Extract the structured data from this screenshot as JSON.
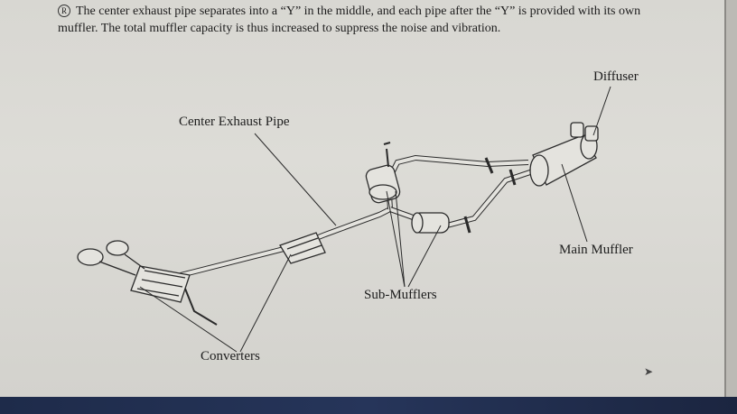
{
  "paragraph": {
    "marker": "R",
    "line1": "The center exhaust pipe separates into a “Y” in the middle, and each pipe after the “Y” is provided with its own",
    "line2": "muffler. The total muffler capacity is thus increased to suppress the noise and vibration."
  },
  "labels": {
    "diffuser": "Diffuser",
    "center_pipe": "Center Exhaust Pipe",
    "main_muffler": "Main Muffler",
    "sub_mufflers": "Sub-Mufflers",
    "converters": "Converters"
  }
}
